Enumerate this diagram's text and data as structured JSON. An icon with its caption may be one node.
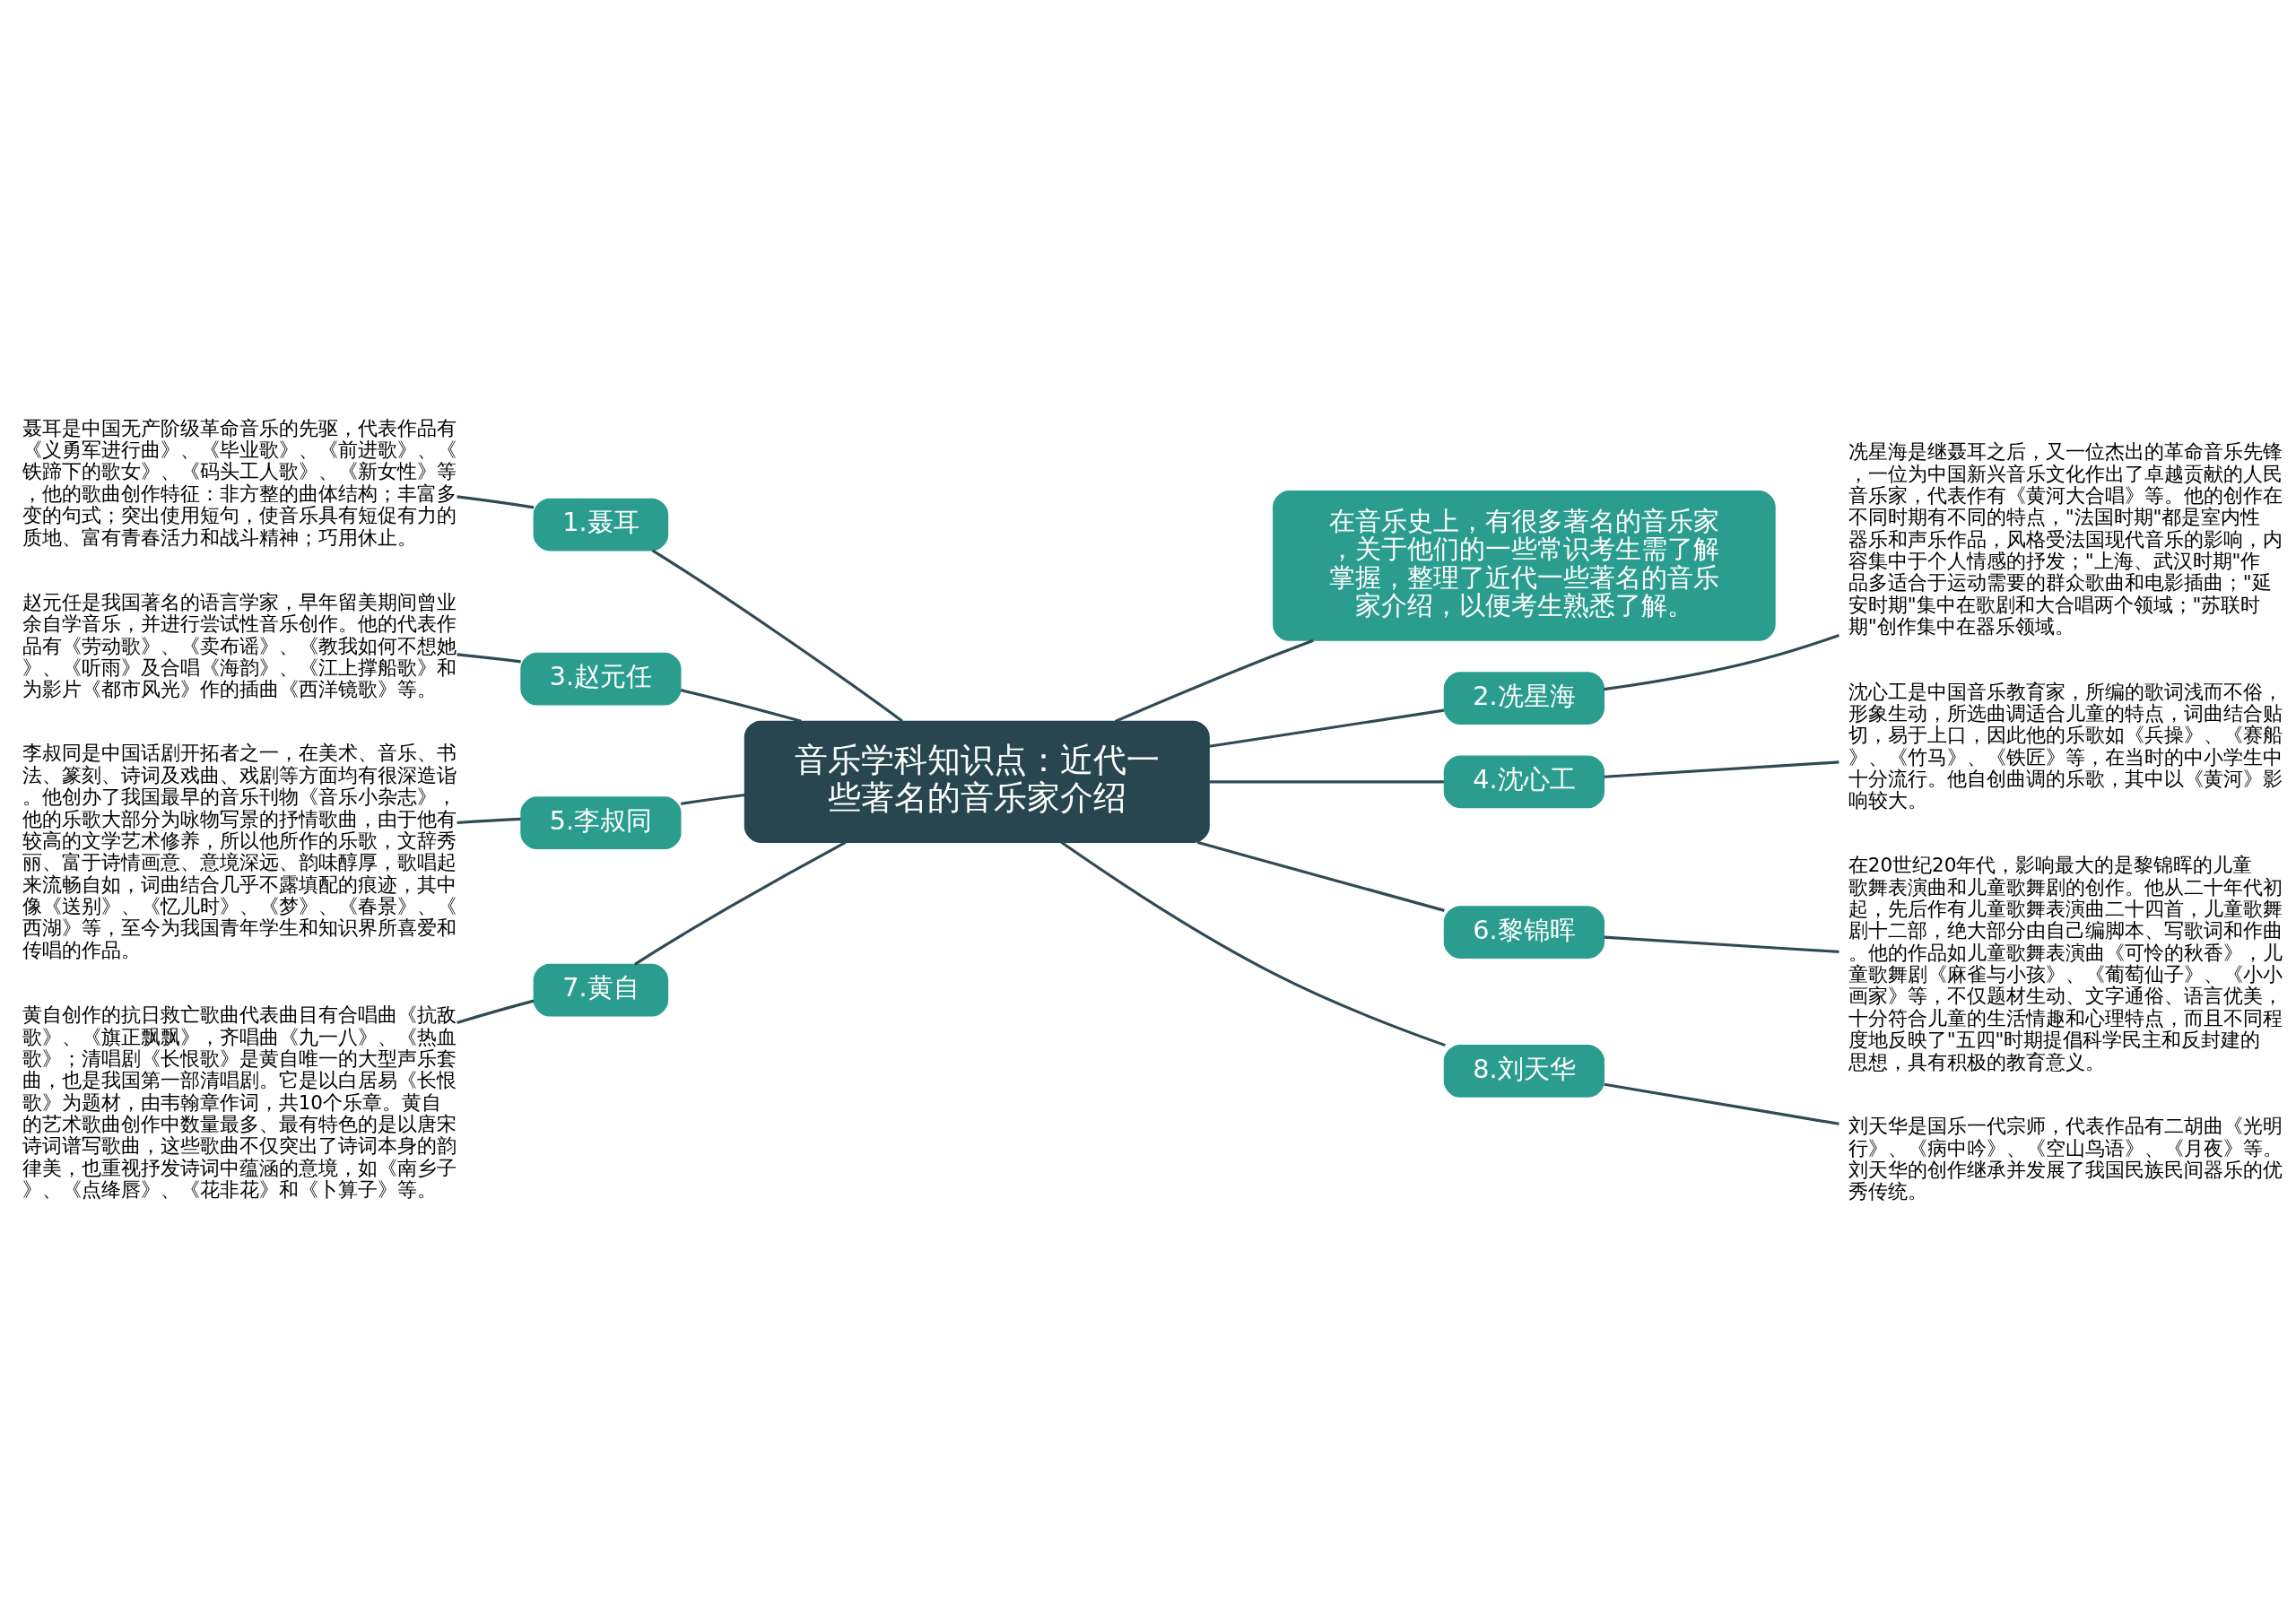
{
  "diagram": {
    "nodes": [
      {
        "text": [
          "音乐学科知识点：近代一些著名的音乐家介绍"
        ]
      },
      {
        "text": [
          "在音乐史上，有很多著名的音乐家，关于他们的一些常识考生需了解掌握，整理了近代一些著名的音乐家介绍，以便考生熟悉了解。"
        ]
      },
      {
        "text": [
          "1.聂耳"
        ]
      },
      {
        "text": [
          "聂耳是中国无产阶级革命音乐的先驱，代表作品有《义勇军进行曲》、《毕业歌》、《前进歌》、《铁蹄下的歌女》、《码头工人歌》、《新女性》等，他的歌曲创作特征：非方整的曲体结构；丰富多变的句式；突出使用短句，使音乐具有短促有力的质地、富有青春活力和战斗精神；巧用休止。"
        ]
      },
      {
        "text": [
          "2.冼星海"
        ]
      },
      {
        "text": [
          "冼星海是继聂耳之后，又一位杰出的革命音乐先锋，一位为中国新兴音乐文化作出了卓越贡献的人民音乐家，代表作有《黄河大合唱》等。他的创作在不同时期有不同的特点，\"法国时期\"都是室内性器乐和声乐作品，风格受法国现代音乐的影响，内容集中于个人情感的抒发；\"上海、武汉时期\"作品多适合于运动需要的群众歌曲和电影插曲；\"延安时期\"集中在歌剧和大合唱两个领域；\"苏联时期\"创作集中在器乐领域。"
        ]
      },
      {
        "text": [
          "3.赵元任"
        ]
      },
      {
        "text": [
          "赵元任是我国著名的语言学家，早年留美期间曾业余自学音乐，并进行尝试性音乐创作。他的代表作品有《劳动歌》、《卖布谣》、《教我如何不想她》、《听雨》及合唱《海韵》、《江上撑船歌》和为影片《都市风光》作的插曲《西洋镜歌》等。"
        ]
      },
      {
        "text": [
          "4.沈心工"
        ]
      },
      {
        "text": [
          "沈心工是中国音乐教育家，所编的歌词浅而不俗，形象生动，所选曲调适合儿童的特点，词曲结合贴切，易于上口，因此他的乐歌如《兵操》、《赛船》、《竹马》、《铁匠》等，在当时的中小学生中十分流行。他自创曲调的乐歌，其中以《黄河》影响较大。"
        ]
      },
      {
        "text": [
          "5.李叔同"
        ]
      },
      {
        "text": [
          "李叔同是中国话剧开拓者之一，在美术、音乐、书法、篆刻、诗词及戏曲、戏剧等方面均有很深造诣。他创办了我国最早的音乐刊物《音乐小杂志》，他的乐歌大部分为咏物写景的抒情歌曲，由于他有较高的文学艺术修养，所以他所作的乐歌，文辞秀丽、富于诗情画意、意境深远、韵味醇厚，歌唱起来流畅自如，词曲结合几乎不露填配的痕迹，其中像《送别》、《忆儿时》、《梦》、《春景》、《西湖》等，至今为我国青年学生和知识界所喜爱和传唱的作品。"
        ]
      },
      {
        "text": [
          "6.黎锦晖"
        ]
      },
      {
        "text": [
          "在20世纪20年代，影响最大的是黎锦晖的儿童歌舞表演曲和儿童歌舞剧的创作。他从二十年代初起，先后作有儿童歌舞表演曲二十四首，儿童歌舞剧十二部，绝大部分由自己编脚本、写歌词和作曲。他的作品如儿童歌舞表演曲《可怜的秋香》，儿童歌舞剧《麻雀与小孩》、《葡萄仙子》、《小小画家》等，不仅题材生动、文字通俗、语言优美，十分符合儿童的生活情趣和心理特点，而且不同程度地反映了\"五四\"时期提倡科学民主和反封建的思想，具有积极的教育意义。"
        ]
      },
      {
        "text": [
          "7.黄自"
        ]
      },
      {
        "text": [
          "黄自创作的抗日救亡歌曲代表曲目有合唱曲《抗敌歌》、《旗正飘飘》，齐唱曲《九一八》、《热血歌》；清唱剧《长恨歌》是黄自唯一的大型声乐套曲，也是我国第一部清唱剧。它是以白居易《长恨歌》为题材，由韦翰章作词，共10个乐章。黄自的艺术歌曲创作中数量最多、最有特色的是以唐宋诗词谱写歌曲，这些歌曲不仅突出了诗词本身的韵律美，也重视抒发诗词中蕴涵的意境，如《南乡子》、《点绛唇》、《花非花》和《卜算子》等。"
        ]
      },
      {
        "text": [
          "8.刘天华"
        ]
      },
      {
        "text": [
          "刘天华是国乐一代宗师，代表作品有二胡曲《光明行》、《病中吟》、《空山鸟语》、《月夜》等。刘天华的创作继承并发展了我国民族民间器乐的优秀传统。"
        ]
      }
    ],
    "edges": [
      {
        "from": 0,
        "to": 1,
        "arrow": "none"
      },
      {
        "from": 0,
        "to": 2,
        "arrow": "none"
      },
      {
        "from": 2,
        "to": 3,
        "arrow": "none"
      },
      {
        "from": 0,
        "to": 4,
        "arrow": "none"
      },
      {
        "from": 4,
        "to": 5,
        "arrow": "none"
      },
      {
        "from": 0,
        "to": 6,
        "arrow": "none"
      },
      {
        "from": 6,
        "to": 7,
        "arrow": "none"
      },
      {
        "from": 0,
        "to": 8,
        "arrow": "none"
      },
      {
        "from": 8,
        "to": 9,
        "arrow": "none"
      },
      {
        "from": 0,
        "to": 10,
        "arrow": "none"
      },
      {
        "from": 10,
        "to": 11,
        "arrow": "none"
      },
      {
        "from": 0,
        "to": 12,
        "arrow": "none"
      },
      {
        "from": 12,
        "to": 13,
        "arrow": "none"
      },
      {
        "from": 0,
        "to": 14,
        "arrow": "none"
      },
      {
        "from": 14,
        "to": 15,
        "arrow": "none"
      },
      {
        "from": 0,
        "to": 16,
        "arrow": "none"
      },
      {
        "from": 16,
        "to": 17,
        "arrow": "none"
      }
    ]
  }
}
